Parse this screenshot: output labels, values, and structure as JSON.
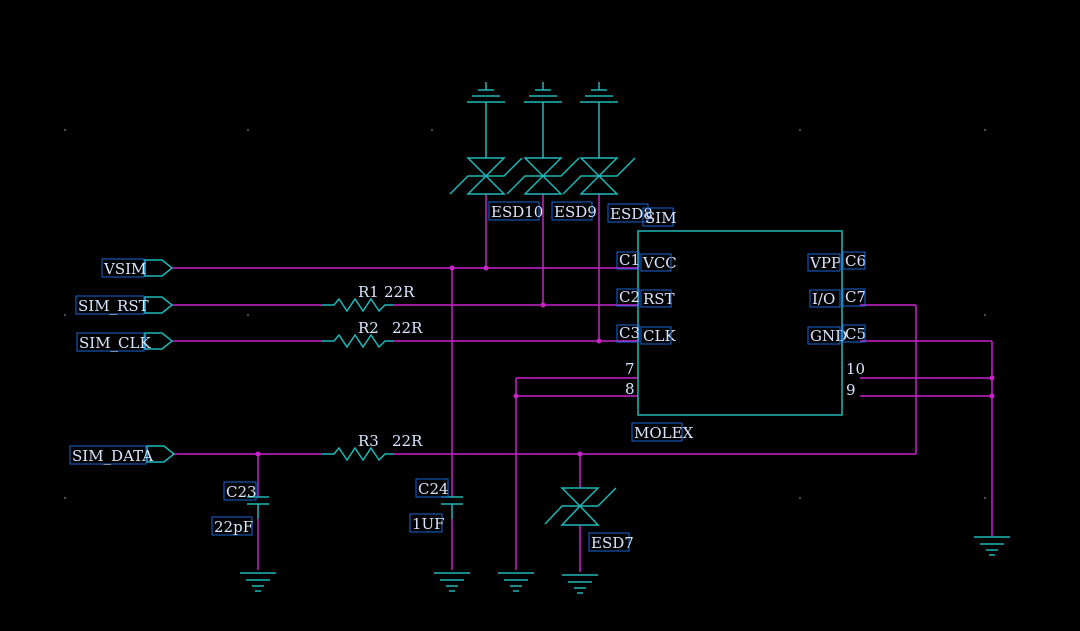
{
  "ports": {
    "vsim": "VSIM",
    "sim_rst": "SIM_RST",
    "sim_clk": "SIM_CLK",
    "sim_data": "SIM_DATA"
  },
  "resistors": {
    "r1": {
      "ref": "R1",
      "value": "22R"
    },
    "r2": {
      "ref": "R2",
      "value": "22R"
    },
    "r3": {
      "ref": "R3",
      "value": "22R"
    }
  },
  "capacitors": {
    "c23": {
      "ref": "C23",
      "value": "22pF"
    },
    "c24": {
      "ref": "C24",
      "value": "1UF"
    }
  },
  "esd": {
    "esd10": "ESD10",
    "esd9": "ESD9",
    "esd8": "ESD8",
    "esd7": "ESD7"
  },
  "sim_ic": {
    "ref": "SIM",
    "part": "MOLEX",
    "left_pins": [
      {
        "num": "C1",
        "name": "VCC"
      },
      {
        "num": "C2",
        "name": "RST"
      },
      {
        "num": "C3",
        "name": "CLK"
      },
      {
        "num": "7",
        "name": ""
      },
      {
        "num": "8",
        "name": ""
      }
    ],
    "right_pins": [
      {
        "num": "C6",
        "name": "VPP"
      },
      {
        "num": "C7",
        "name": "I/O"
      },
      {
        "num": "C5",
        "name": "GND"
      },
      {
        "num": "10",
        "name": ""
      },
      {
        "num": "9",
        "name": ""
      }
    ]
  },
  "colors": {
    "background": "#000000",
    "wire": "#cc22cc",
    "component": "#1fb8b8",
    "label_text": "#d9e6ff",
    "label_box": "#1a66d6"
  }
}
